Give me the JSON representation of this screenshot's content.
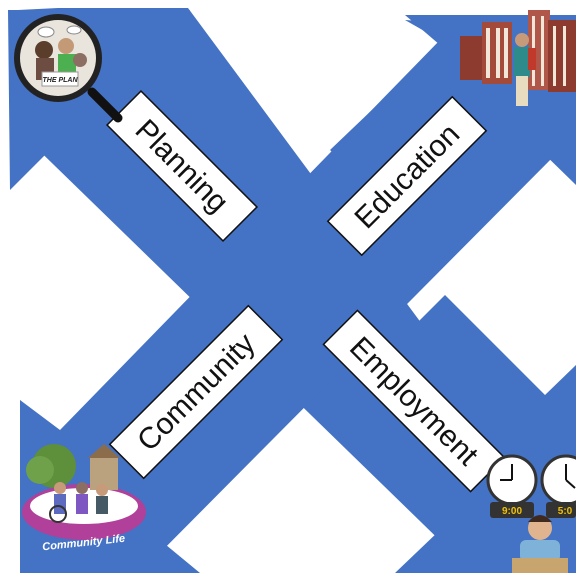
{
  "diagram": {
    "arrow_color": "#4472c4",
    "box_border": "#111111",
    "labels": {
      "planning": "Planning",
      "education": "Education",
      "community": "Community",
      "employment": "Employment"
    },
    "icons": {
      "top_left": "magnifier-plan-icon",
      "top_right": "school-building-icon",
      "bottom_left": "community-life-icon",
      "bottom_right": "clocks-worker-icon"
    },
    "icon_text": {
      "plan_sign": "THE PLAN",
      "community_banner": "Community Life",
      "clock_left": "9:00",
      "clock_right": "5:0"
    }
  }
}
